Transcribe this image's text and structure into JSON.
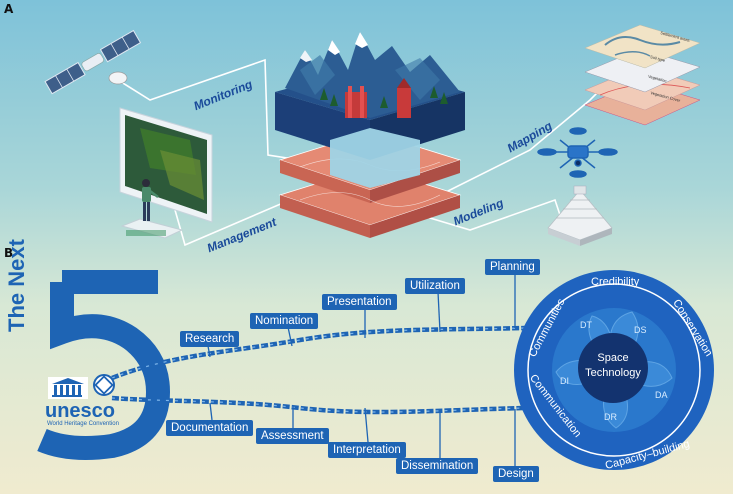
{
  "panel_a_letter": "A",
  "panel_b_letter": "B",
  "connections": {
    "monitoring": "Monitoring",
    "management": "Management",
    "mapping": "Mapping",
    "modeling": "Modeling"
  },
  "map_layers": [
    "Settlement areas",
    "Soil type",
    "Vegetation",
    "Vegetation Cover"
  ],
  "the_next": "The Next",
  "big_number": "5",
  "unesco": {
    "name": "unesco",
    "subtitle": "World Heritage Convention"
  },
  "upper_chain": [
    "Research",
    "Nomination",
    "Presentation",
    "Utilization",
    "Planning"
  ],
  "lower_chain": [
    "Documentation",
    "Assessment",
    "Interpretation",
    "Dissemination",
    "Design"
  ],
  "ring_words": [
    "Credibility",
    "Conservation",
    "Capacity–building",
    "Communication",
    "Communities"
  ],
  "petals": [
    "DT",
    "DS",
    "DA",
    "DR",
    "DI"
  ],
  "core": {
    "line1": "Space",
    "line2": "Technology"
  },
  "colors": {
    "chain_blue": "#1e64b4",
    "ring_blue": "#1f63bf",
    "core_navy": "#13336f",
    "water": "#9fd4e6",
    "land_salmon": "#e58a74"
  }
}
